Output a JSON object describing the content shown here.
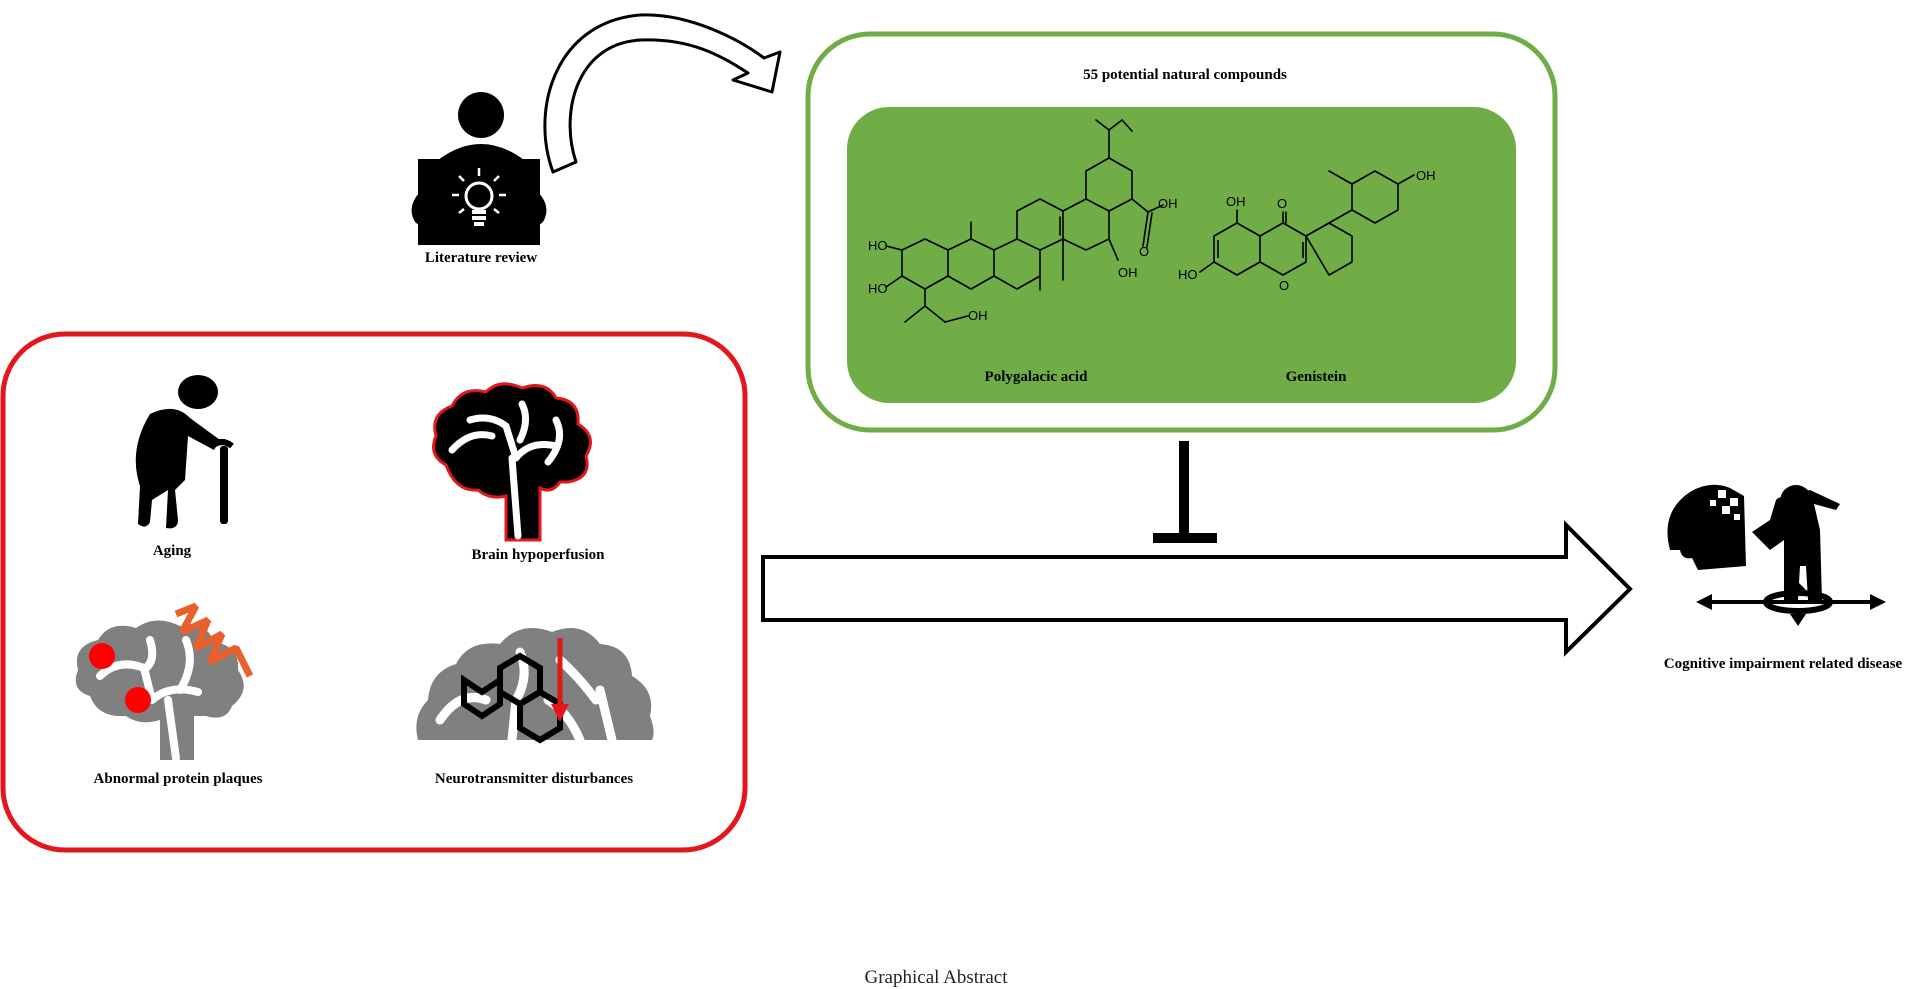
{
  "literature": {
    "label": "Literature review"
  },
  "compounds": {
    "title": "55 potential natural compounds",
    "items": [
      {
        "name": "Polygalacic acid",
        "groups": [
          "HO",
          "HO",
          "OH",
          "OH",
          "OH",
          "O"
        ]
      },
      {
        "name": "Genistein",
        "groups": [
          "OH",
          "O",
          "OH",
          "HO",
          "O"
        ]
      }
    ]
  },
  "causes": [
    {
      "label": "Aging"
    },
    {
      "label": "Brain hypoperfusion"
    },
    {
      "label": "Abnormal protein plaques"
    },
    {
      "label": "Neurotransmitter disturbances"
    }
  ],
  "outcome": {
    "label": "Cognitive impairment related disease"
  },
  "caption": "Graphical Abstract",
  "colors": {
    "causes_border": "#e3161b",
    "compounds_border": "#70ad47",
    "compounds_fill": "#70ad47",
    "brain_gray": "#808080",
    "red_accent": "#ff0000",
    "orange_helix": "#e8612c"
  }
}
